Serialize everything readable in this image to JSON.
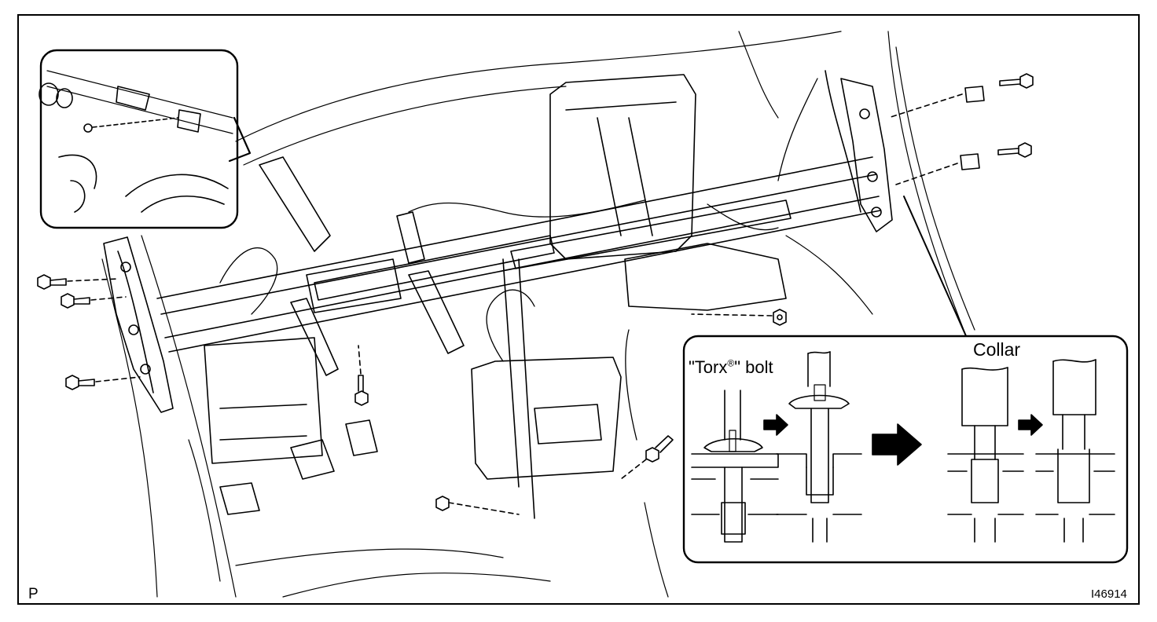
{
  "labels": {
    "corner": "P",
    "figure_code": "I46914",
    "torx_prefix": "\"Torx",
    "torx_reg": "®",
    "torx_suffix": "\" bolt",
    "collar": "Collar"
  },
  "colors": {
    "line": "#000000",
    "background": "#ffffff",
    "arrow": "#000000"
  }
}
